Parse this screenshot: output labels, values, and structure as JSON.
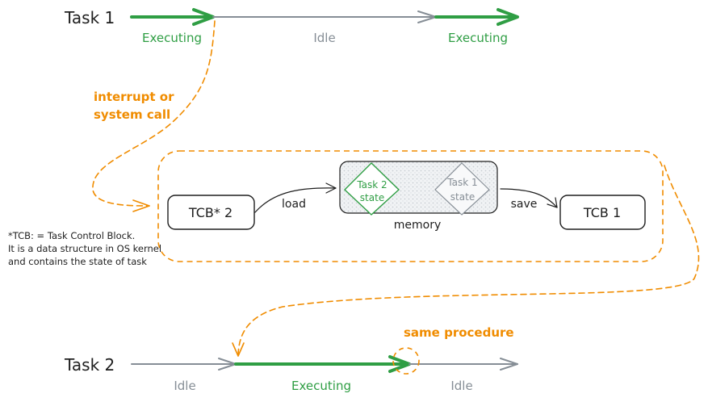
{
  "colors": {
    "green": "#2f9e44",
    "grey": "#868e96",
    "orange": "#f08c00",
    "ink": "#1e1e1e"
  },
  "task1": {
    "label": "Task 1",
    "segments": [
      "Executing",
      "Idle",
      "Executing"
    ]
  },
  "task2": {
    "label": "Task 2",
    "segments": [
      "Idle",
      "Executing",
      "Idle"
    ]
  },
  "interrupt_label": {
    "line1": "interrupt or",
    "line2": "system call"
  },
  "context_switch": {
    "tcb_left": "TCB* 2",
    "load_label": "load",
    "memory_label": "memory",
    "task2_state": {
      "line1": "Task 2",
      "line2": "state"
    },
    "task1_state": {
      "line1": "Task 1",
      "line2": "state"
    },
    "save_label": "save",
    "tcb_right": "TCB 1"
  },
  "footnote": {
    "line1": "*TCB: =  Task Control Block.",
    "line2": "It is a data structure in OS kernel",
    "line3": "and contains the state of task"
  },
  "same_procedure_label": "same procedure"
}
